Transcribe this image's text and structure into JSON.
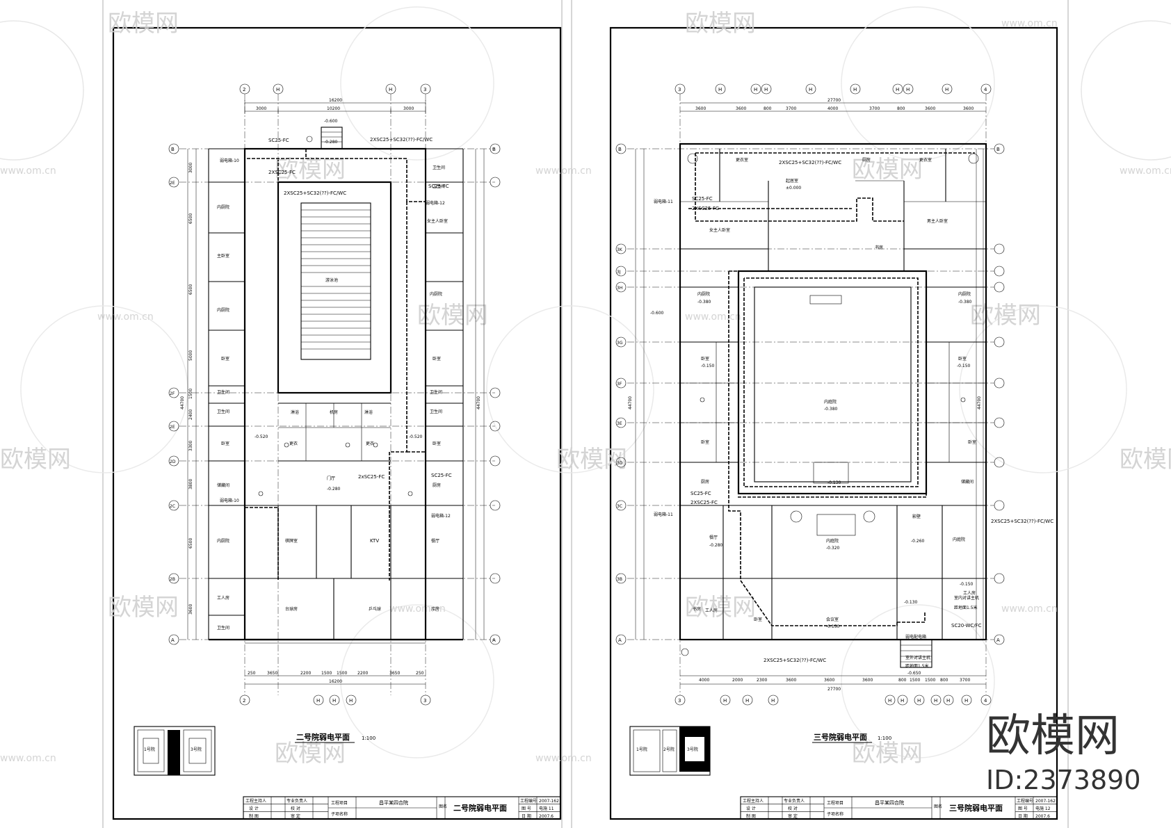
{
  "left_sheet": {
    "title": "二号院弱电平面",
    "scale": "1:100",
    "project": "昌平某四合院",
    "drawing_no_label": "工程编号",
    "drawing_no": "2007-162",
    "sheet_no": "电施 11",
    "date": "2007.6",
    "total_dim": "16200",
    "top_dims": [
      "3000",
      "10200",
      "3000"
    ],
    "bottom_dims": [
      "250",
      "3650",
      "2200",
      "1500",
      "1500",
      "2200",
      "3650",
      "250"
    ],
    "left_dims": [
      "3000",
      "6500",
      "6500",
      "5000",
      "1500",
      "2400",
      "3300",
      "3800",
      "6500",
      "3600"
    ],
    "total_vertical": "44700",
    "axes_top": [
      "2",
      "H",
      "H",
      "3"
    ],
    "axes_bottom": [
      "2",
      "H",
      "H",
      "H",
      "3"
    ],
    "axes_side": [
      "B",
      "2E",
      "2F",
      "2E",
      "2D",
      "2C",
      "2B",
      "A"
    ],
    "rooms": [
      "卫生间",
      "内厨院",
      "主卧室",
      "内厨院",
      "卧室",
      "卫生间",
      "卫生间",
      "卧室",
      "储藏间",
      "内厨院",
      "工人房",
      "卫生间",
      "游泳池",
      "淋浴",
      "机房",
      "淋浴",
      "更衣",
      "更衣",
      "门厅",
      "棋牌室",
      "KTV",
      "餐厅",
      "台球房",
      "乒乓球",
      "库房",
      "卫生间",
      "女主人卧室",
      "内厨院",
      "卧室",
      "卫生间",
      "卫生间",
      "卧室",
      "厨房"
    ],
    "labels": {
      "sc1": "SC25-FC",
      "sc2": "2XSC25+SC32(??)-FC/WC",
      "sc3": "2XSC25-FC",
      "sc4": "2XSC25+SC32(??)-FC/WC",
      "sc5": "SC25-FC",
      "sc6": "2xSC25-FC",
      "sc7": "SC25-FC",
      "box1": "弱电箱-10",
      "box2": "弱电箱-12",
      "box3": "弱电箱-10",
      "box4": "弱电箱-12",
      "lvl1": "-0.600",
      "lvl2": "-0.280",
      "lvl3": "-0.520",
      "lvl4": "-0.520",
      "lvl5": "-0.280"
    }
  },
  "right_sheet": {
    "title": "三号院弱电平面",
    "scale": "1:100",
    "project": "昌平某四合院",
    "drawing_no_label": "工程编号",
    "drawing_no": "2007-162",
    "sheet_no": "电施 12",
    "date": "2007.6",
    "total_dim": "27700",
    "top_dims": [
      "3600",
      "3600",
      "800",
      "3700",
      "4000",
      "3700",
      "800",
      "3600",
      "3600"
    ],
    "bottom_dims": [
      "4000",
      "2000",
      "2300",
      "3600",
      "3600",
      "3600",
      "800",
      "1500",
      "1500",
      "800",
      "3700"
    ],
    "total_vertical": "44700",
    "axes_top": [
      "3",
      "H",
      "H",
      "H",
      "H",
      "H",
      "H",
      "H",
      "H",
      "4"
    ],
    "axes_bottom": [
      "3",
      "H",
      "H",
      "H",
      "H",
      "H",
      "H",
      "H",
      "H",
      "H",
      "4"
    ],
    "axes_side": [
      "B",
      "3K",
      "3J",
      "3H",
      "3G",
      "3F",
      "3E",
      "3D",
      "3C",
      "3B",
      "A"
    ],
    "rooms": [
      "更衣室",
      "更衣室",
      "厨房",
      "起居室",
      "女主人卧室",
      "男主人卧室",
      "书房",
      "内厨院",
      "内厨院",
      "卧室",
      "卧室",
      "内庭院",
      "卧室",
      "卧室",
      "厨房",
      "储藏间",
      "餐厅",
      "内庭院",
      "影壁",
      "内庭院",
      "工人房",
      "工人房",
      "书房",
      "卧室",
      "会议室"
    ],
    "labels": {
      "sc1": "2XSC25+SC32(??)-FC/WC",
      "sc2": "SC25-FC",
      "sc3": "2XSC25-FC",
      "sc4": "SC25-FC",
      "sc5": "2XSC25-FC",
      "sc6": "2XSC25+SC32(??)-FC/WC",
      "sc7": "2XSC25+SC32(??)-FC/WC",
      "sc8": "SC20-WC/FC",
      "box1": "弱电箱-11",
      "box2": "弱电箱-11",
      "note1": "室内对讲主机",
      "note2": "距地面1.5米",
      "note3": "室外对讲主机",
      "note4": "距地面1.5米",
      "note5": "弱电配电箱",
      "lvl1": "±0.000",
      "lvl2": "-0.380",
      "lvl3": "-0.380",
      "lvl4": "-0.600",
      "lvl5": "-0.150",
      "lvl6": "-0.150",
      "lvl7": "-0.380",
      "lvl8": "-0.130",
      "lvl9": "-0.280",
      "lvl10": "-0.320",
      "lvl11": "-0.260",
      "lvl12": "-0.150",
      "lvl13": "-0.130",
      "lvl14": "-0.150",
      "lvl15": "-0.650"
    }
  },
  "keyplan_left": [
    "1号院",
    "3号院"
  ],
  "keyplan_right": [
    "1号院",
    "2号院",
    "3号院"
  ],
  "title_block_labels": {
    "c1": "工程主持人",
    "c2": "专业负责人",
    "c3": "设  计",
    "c4": "校  对",
    "c5": "制  图",
    "c6": "审  定",
    "c7": "工程项目",
    "c8": "子项名称",
    "c9": "图名",
    "c10": "图  号",
    "c11": "日  期"
  },
  "watermark": {
    "brand": "欧模网",
    "domain": "www.om.cn",
    "id": "ID:2373890"
  }
}
